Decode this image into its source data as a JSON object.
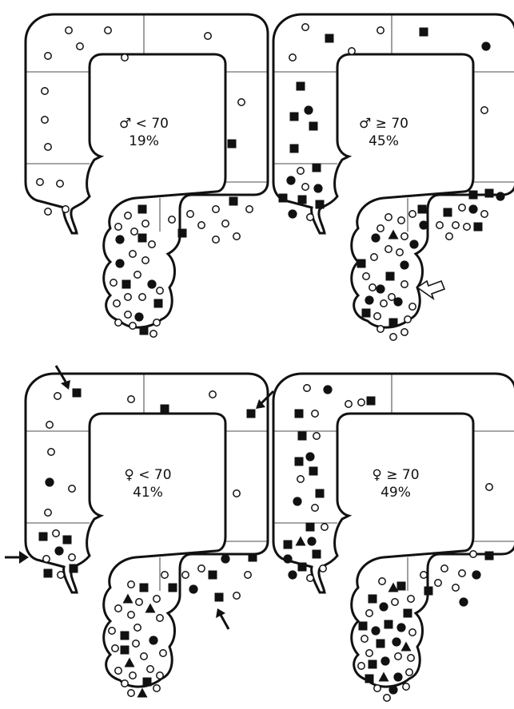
{
  "figure": {
    "panels": [
      {
        "group": "♂ < 70",
        "percentage": "19%",
        "marker_counts": {
          "open_circle": 48,
          "filled_circle": 4,
          "filled_square": 10,
          "filled_triangle": 0
        },
        "arrows": {
          "black": 0,
          "white": 0
        }
      },
      {
        "group": "♂ ≥ 70",
        "percentage": "45%",
        "marker_counts": {
          "open_circle": 45,
          "filled_circle": 12,
          "filled_square": 26,
          "filled_triangle": 1
        },
        "arrows": {
          "black": 0,
          "white": 1
        }
      },
      {
        "group": "♀ < 70",
        "percentage": "41%",
        "marker_counts": {
          "open_circle": 50,
          "filled_circle": 7,
          "filled_square": 17,
          "filled_triangle": 4
        },
        "arrows": {
          "black": 4,
          "white": 0
        }
      },
      {
        "group": "♀ ≥ 70",
        "percentage": "49%",
        "marker_counts": {
          "open_circle": 47,
          "filled_circle": 19,
          "filled_square": 29,
          "filled_triangle": 4
        },
        "arrows": {
          "black": 0,
          "white": 0
        }
      }
    ],
    "legend_meaning": {
      "open_circle": "marker-open-circle",
      "filled_circle": "marker-filled-circle",
      "filled_square": "marker-filled-square",
      "filled_triangle": "marker-filled-triangle"
    },
    "colors": {
      "ink": "#111111",
      "paper": "#ffffff"
    }
  }
}
